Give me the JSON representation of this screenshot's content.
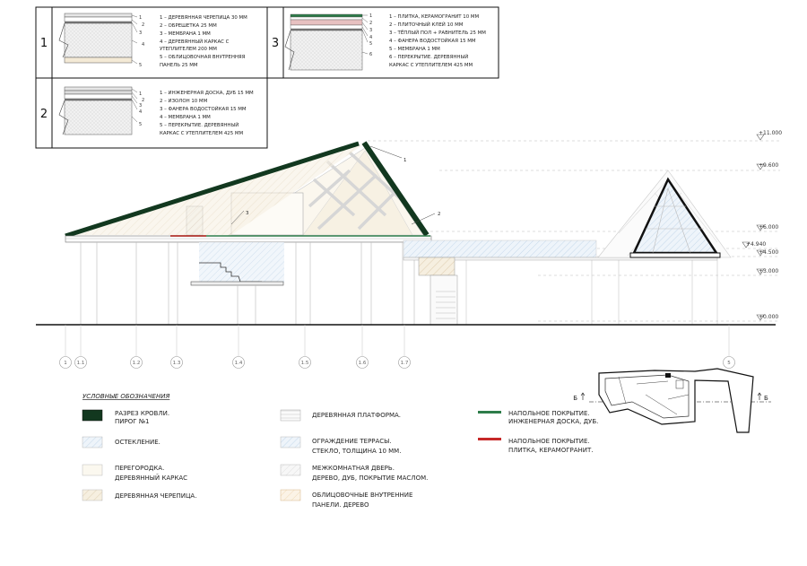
{
  "sections": [
    {
      "number": "1",
      "callouts": [
        "1",
        "2",
        "3",
        "4",
        "5"
      ],
      "lines": [
        "1 – ДЕРЕВЯННАЯ ЧЕРЕПИЦА 30 ММ",
        "2 – ОБРЕШЕТКА 25 ММ",
        "3 – МЕМБРАНА 1 ММ",
        "4 – ДЕРЕВЯННЫЙ КАРКАС С",
        "УТЕПЛИТЕЛЕМ 200 ММ",
        "5 – ОБЛИЦОВОЧНАЯ ВНУТРЕННЯЯ",
        "ПАНЕЛЬ 25 ММ"
      ]
    },
    {
      "number": "2",
      "callouts": [
        "1",
        "2",
        "3",
        "4",
        "5"
      ],
      "lines": [
        "1 – ИНЖЕНЕРНАЯ ДОСКА, ДУБ 15 ММ",
        "2 – ИЗОЛОН 10 ММ",
        "3 – ФАНЕРА ВОДОСТОЙКАЯ 15 ММ",
        "4 – МЕМБРАНА 1 ММ",
        "5 – ПЕРЕКРЫТИЕ. ДЕРЕВЯННЫЙ",
        "КАРКАС С УТЕПЛИТЕЛЕМ 425 ММ"
      ]
    },
    {
      "number": "3",
      "callouts": [
        "1",
        "2",
        "3",
        "4",
        "5",
        "6"
      ],
      "lines": [
        "1 – ПЛИТКА, КЕРАМОГРАНИТ 10 ММ",
        "2 – ПЛИТОЧНЫЙ КЛЕЙ 10 ММ",
        "3 – ТЁПЛЫЙ ПОЛ + РАВНИТЕЛЬ 25 ММ",
        "4 – ФАНЕРА ВОДОСТОЙКАЯ 15 ММ",
        "5 – МЕМБРАНА 1 ММ",
        "6 – ПЕРЕКРЫТИЕ. ДЕРЕВЯННЫЙ",
        "КАРКАС С УТЕПЛИТЕЛЕМ 425 ММ"
      ]
    }
  ],
  "levels": [
    "+11.000",
    "+9.600",
    "+6.000",
    "+4.940",
    "+4.500",
    "+3.000",
    "+0.000"
  ],
  "axes": [
    "1",
    "1.1",
    "1.2",
    "1.3",
    "1.4",
    "1.5",
    "1.6",
    "1.7",
    "5"
  ],
  "callouts": [
    "1",
    "2",
    "3"
  ],
  "section_marks": [
    "Б",
    "Б"
  ],
  "legend": {
    "heading": "УСЛОВНЫЕ ОБОЗНАЧЕНИЯ",
    "items": [
      {
        "lines": [
          "РАЗРЕЗ КРОВЛИ.",
          "ПИРОГ №1"
        ],
        "color": "#12381f"
      },
      {
        "lines": [
          "ОСТЕКЛЕНИЕ."
        ],
        "color": "#d7e6f3"
      },
      {
        "lines": [
          "ПЕРЕГОРОДКА.",
          "ДЕРЕВЯННЫЙ КАРКАС"
        ],
        "color": "#fbf8ef"
      },
      {
        "lines": [
          "ДЕРЕВЯННАЯ ЧЕРЕПИЦА."
        ],
        "color": "#f4ead6"
      },
      {
        "lines": [
          "ДЕРЕВЯННАЯ ПЛАТФОРМА."
        ],
        "color": "#f4f4f4"
      },
      {
        "lines": [
          "ОГРАЖДЕНИЕ ТЕРРАСЫ.",
          "СТЕКЛО, ТОЛЩИНА 10 ММ."
        ],
        "color": "#c9ddef"
      },
      {
        "lines": [
          "МЕЖКОМНАТНАЯ ДВЕРЬ.",
          "ДЕРЕВО, ДУБ, ПОКРЫТИЕ МАСЛОМ."
        ],
        "color": "#f0f0f0"
      },
      {
        "lines": [
          "ОБЛИЦОВОЧНЫЕ ВНУТРЕННИЕ",
          "ПАНЕЛИ. ДЕРЕВО"
        ],
        "color": "#f6e6cf"
      },
      {
        "lines": [
          "НАПОЛЬНОЕ ПОКРЫТИЕ.",
          "ИНЖЕНЕРНАЯ ДОСКА, ДУБ."
        ],
        "color": "#2e7d4a"
      },
      {
        "lines": [
          "НАПОЛЬНОЕ ПОКРЫТИЕ.",
          "ПЛИТКА, КЕРАМОГРАНИТ."
        ],
        "color": "#c62828"
      }
    ]
  }
}
